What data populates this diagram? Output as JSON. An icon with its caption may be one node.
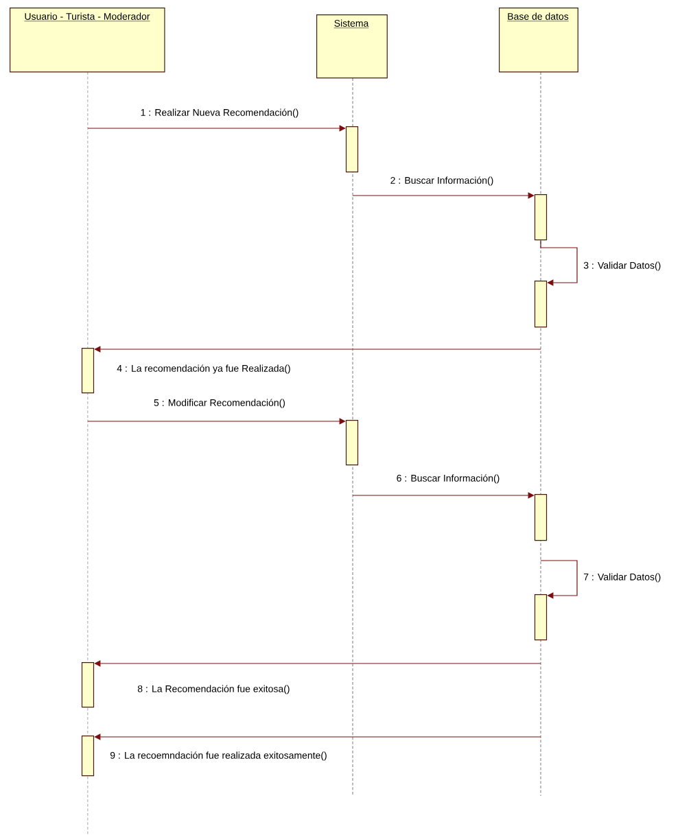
{
  "diagram": {
    "nodes": [
      {
        "text": [
          "Usuario - Turista - Moderador"
        ]
      },
      {
        "text": [
          "Sistema"
        ]
      },
      {
        "text": [
          "Base de datos"
        ]
      },
      {
        "text": [],
        "shape": "bar"
      },
      {
        "text": [],
        "shape": "bar"
      },
      {
        "text": [],
        "shape": "bar"
      },
      {
        "text": [],
        "shape": "bar"
      },
      {
        "text": [],
        "shape": "bar"
      },
      {
        "text": [],
        "shape": "bar"
      },
      {
        "text": [],
        "shape": "bar"
      },
      {
        "text": [],
        "shape": "bar"
      },
      {
        "text": [],
        "shape": "bar"
      }
    ],
    "edges": [
      {
        "from": null,
        "to": 3,
        "arrow": "to",
        "label": "1 : Realizar Nueva Recomendación()"
      },
      {
        "from": null,
        "to": 4,
        "arrow": "to",
        "label": "2 : Buscar Información()"
      },
      {
        "from": 4,
        "to": 5,
        "arrow": "to",
        "label": "3 : Validar Datos()"
      },
      {
        "from": null,
        "to": 6,
        "arrow": "to",
        "label": "4 : La recomendación ya fue Realizada()"
      },
      {
        "from": null,
        "to": 7,
        "arrow": "to",
        "label": "5 : Modificar Recomendación()"
      },
      {
        "from": null,
        "to": 8,
        "arrow": "to",
        "label": "6 : Buscar Información()"
      },
      {
        "from": null,
        "to": 9,
        "arrow": "to",
        "label": "7 : Validar Datos()"
      },
      {
        "from": null,
        "to": 10,
        "arrow": "to",
        "label": "8 : La Recomendación fue exitosa()"
      },
      {
        "from": null,
        "to": 11,
        "arrow": "to",
        "label": "9 : La recoemndación fue realizada exitosamente()"
      }
    ]
  }
}
